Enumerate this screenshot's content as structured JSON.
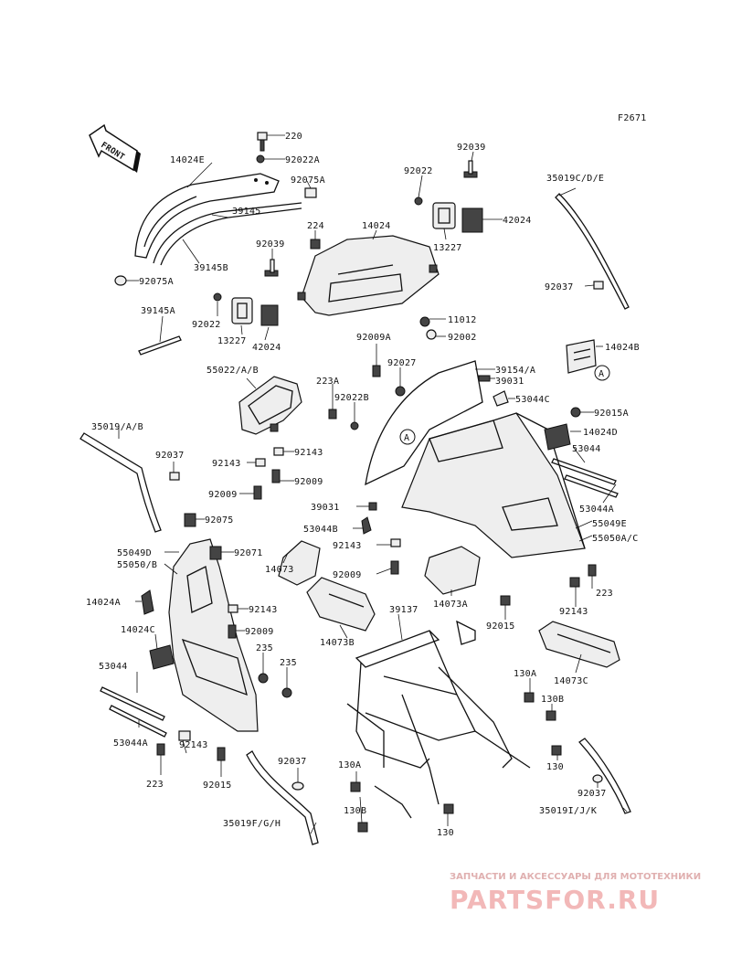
{
  "figure_id": "F2671",
  "front_arrow_label": "FRONT",
  "labels": {
    "220": "220",
    "92022A": "92022A",
    "14024E": "14024E",
    "92075A_top": "92075A",
    "39145": "39145",
    "92075A_left": "92075A",
    "39145B": "39145B",
    "39145A": "39145A",
    "224": "224",
    "14024": "14024",
    "92039_top": "92039",
    "92022_top": "92022",
    "35019CDE": "35019C/D/E",
    "42024_top": "42024",
    "13227_top": "13227",
    "92037_right": "92037",
    "92039_mid": "92039",
    "92022_mid": "92022",
    "13227_mid": "13227",
    "42024_mid": "42024",
    "11012": "11012",
    "92002": "92002",
    "14024B": "14024B",
    "92009A": "92009A",
    "92027": "92027",
    "39154A": "39154/A",
    "39031_top": "39031",
    "55022AB": "55022/A/B",
    "223A": "223A",
    "92022B": "92022B",
    "53044C": "53044C",
    "92015A": "92015A",
    "14024D": "14024D",
    "35019AB": "35019/A/B",
    "53044_right": "53044",
    "92037_left": "92037",
    "92143_a": "92143",
    "92143_b": "92143",
    "92009_a": "92009",
    "92009_b": "92009",
    "53044A_right": "53044A",
    "39031_mid": "39031",
    "55049E": "55049E",
    "55050AC": "55050A/C",
    "92075": "92075",
    "53044B": "53044B",
    "92143_c": "92143",
    "55049D": "55049D",
    "55050B": "55050/B",
    "92071": "92071",
    "14073": "14073",
    "92009_c": "92009",
    "14073A": "14073A",
    "223_right": "223",
    "14024A": "14024A",
    "92143_d": "92143",
    "92143_e": "92143",
    "39137": "39137",
    "92015_mid": "92015",
    "14024C": "14024C",
    "92009_d": "92009",
    "14073B": "14073B",
    "235_a": "235",
    "235_b": "235",
    "130A_right": "130A",
    "53044_left": "53044",
    "130B_right": "130B",
    "14073C": "14073C",
    "53044A_left": "53044A",
    "92143_f": "92143",
    "223_left": "223",
    "92015_bottom": "92015",
    "92037_bottom": "92037",
    "130A_left": "130A",
    "130_right": "130",
    "130B_left": "130B",
    "92037_br": "92037",
    "35019IJK": "35019I/J/K",
    "35019FGH": "35019F/G/H",
    "130_bottom": "130",
    "callout_A_1": "A",
    "callout_A_2": "A"
  },
  "watermark": {
    "tagline": "ЗАПЧАСТИ И АКСЕССУАРЫ ДЛЯ МОТОТЕХНИКИ",
    "logo": "PARTSFOR.RU"
  }
}
